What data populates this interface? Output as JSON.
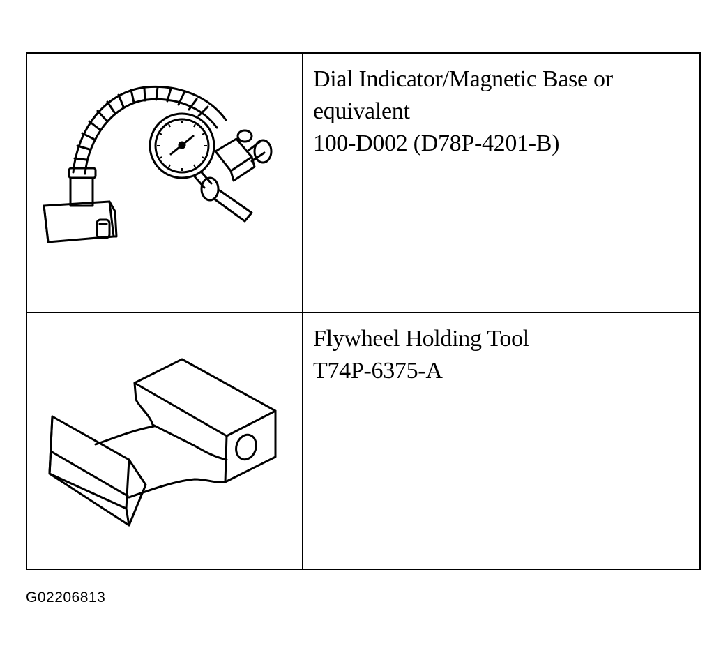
{
  "tools": [
    {
      "image_icon": "dial-indicator-magnetic-base-icon",
      "name_line1": "Dial Indicator/Magnetic Base or",
      "name_line2": "equivalent",
      "part_number": "100-D002 (D78P-4201-B)"
    },
    {
      "image_icon": "flywheel-holding-tool-icon",
      "name_line1": "Flywheel Holding Tool",
      "part_number": "T74P-6375-A"
    }
  ],
  "figure_id": "G02206813"
}
